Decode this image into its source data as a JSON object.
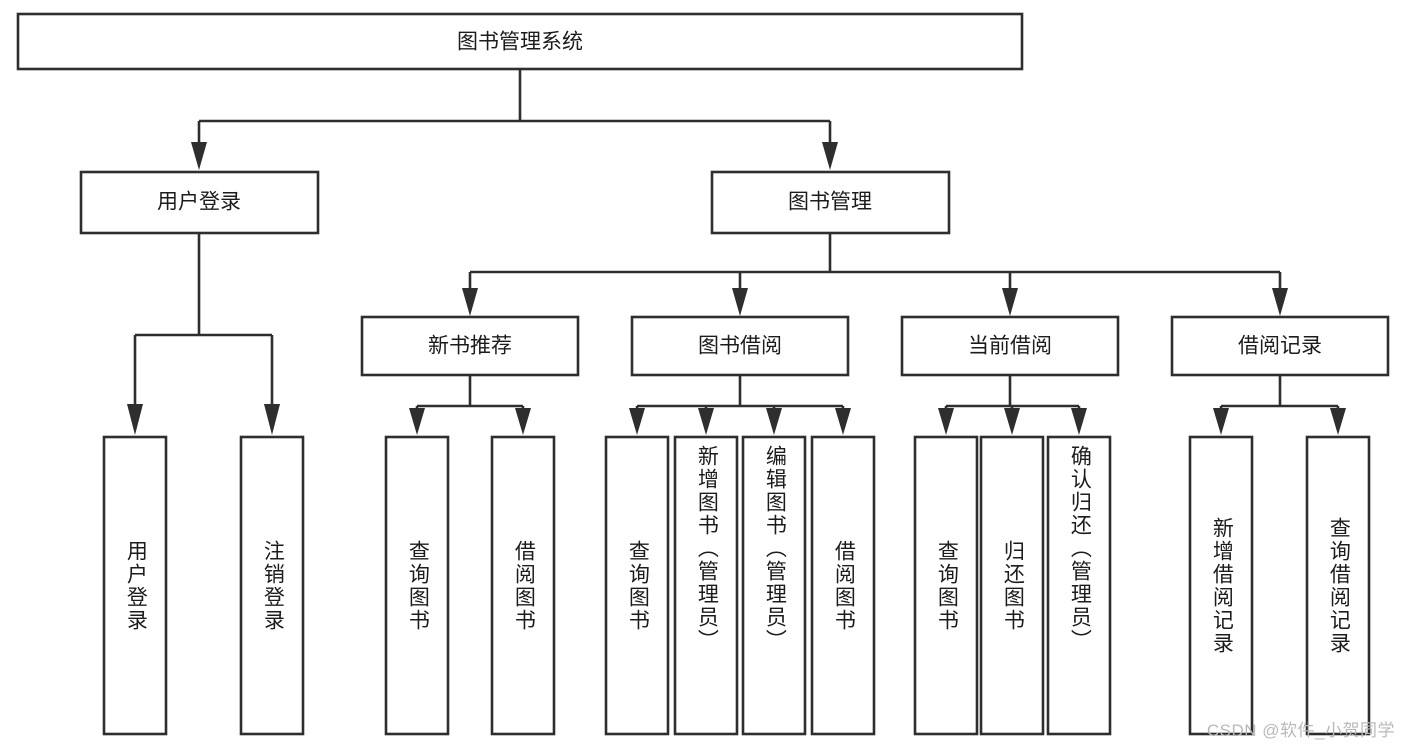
{
  "diagram": {
    "type": "tree-hierarchy",
    "title": "图书管理系统",
    "orientation": "top-down",
    "watermark": "CSDN @软件_小贺同学",
    "colors": {
      "box_stroke": "#2e2e2e",
      "box_fill": "#ffffff",
      "connector": "#2e2e2e",
      "text": "#1c1c1c",
      "watermark": "#b9b9b9",
      "background": "#ffffff"
    },
    "levels": {
      "root": {
        "label": "图书管理系统"
      },
      "level2": [
        {
          "id": "user-login",
          "label": "用户登录"
        },
        {
          "id": "book-management",
          "label": "图书管理"
        }
      ],
      "level3": [
        {
          "id": "new-book-recommend",
          "label": "新书推荐",
          "parent": "book-management"
        },
        {
          "id": "book-borrow",
          "label": "图书借阅",
          "parent": "book-management"
        },
        {
          "id": "current-borrow",
          "label": "当前借阅",
          "parent": "book-management"
        },
        {
          "id": "borrow-record",
          "label": "借阅记录",
          "parent": "book-management"
        }
      ],
      "leaves": {
        "user-login": [
          {
            "id": "leaf-user-login",
            "label": "用户登录"
          },
          {
            "id": "leaf-logout-login",
            "label": "注销登录"
          }
        ],
        "new-book-recommend": [
          {
            "id": "leaf-query-book-1",
            "label": "查询图书"
          },
          {
            "id": "leaf-borrow-book-1",
            "label": "借阅图书"
          }
        ],
        "book-borrow": [
          {
            "id": "leaf-query-book-2",
            "label": "查询图书"
          },
          {
            "id": "leaf-add-book",
            "label": "新增图书（管理员）"
          },
          {
            "id": "leaf-edit-book",
            "label": "编辑图书（管理员）"
          },
          {
            "id": "leaf-borrow-book-2",
            "label": "借阅图书"
          }
        ],
        "current-borrow": [
          {
            "id": "leaf-query-book-3",
            "label": "查询图书"
          },
          {
            "id": "leaf-return-book",
            "label": "归还图书"
          },
          {
            "id": "leaf-confirm-return",
            "label": "确认归还（管理员）"
          }
        ],
        "borrow-record": [
          {
            "id": "leaf-add-record",
            "label": "新增借阅记录"
          },
          {
            "id": "leaf-query-record",
            "label": "查询借阅记录"
          }
        ]
      }
    }
  }
}
